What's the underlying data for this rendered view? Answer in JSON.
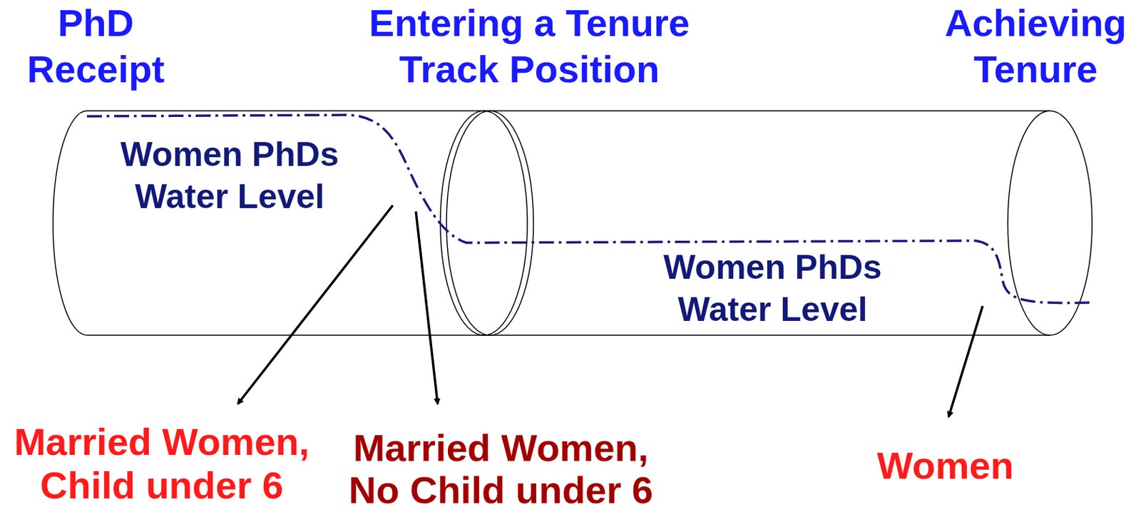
{
  "diagram": {
    "labels": [
      "PhD Receipt",
      "Entering a Tenure Track Position",
      "Achieving Tenure",
      "Women PhDs Water Level",
      "Women PhDs Water Level",
      "Married Women, Child under 6",
      "Married Women, No Child under 6",
      "Women"
    ]
  }
}
